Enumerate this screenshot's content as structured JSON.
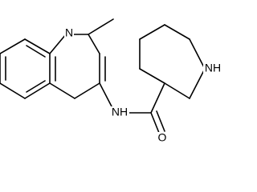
{
  "atoms": {
    "quinoline_n": "N",
    "amide_nh": "NH",
    "carbonyl_o": "O",
    "piperidine_nh": "NH"
  }
}
